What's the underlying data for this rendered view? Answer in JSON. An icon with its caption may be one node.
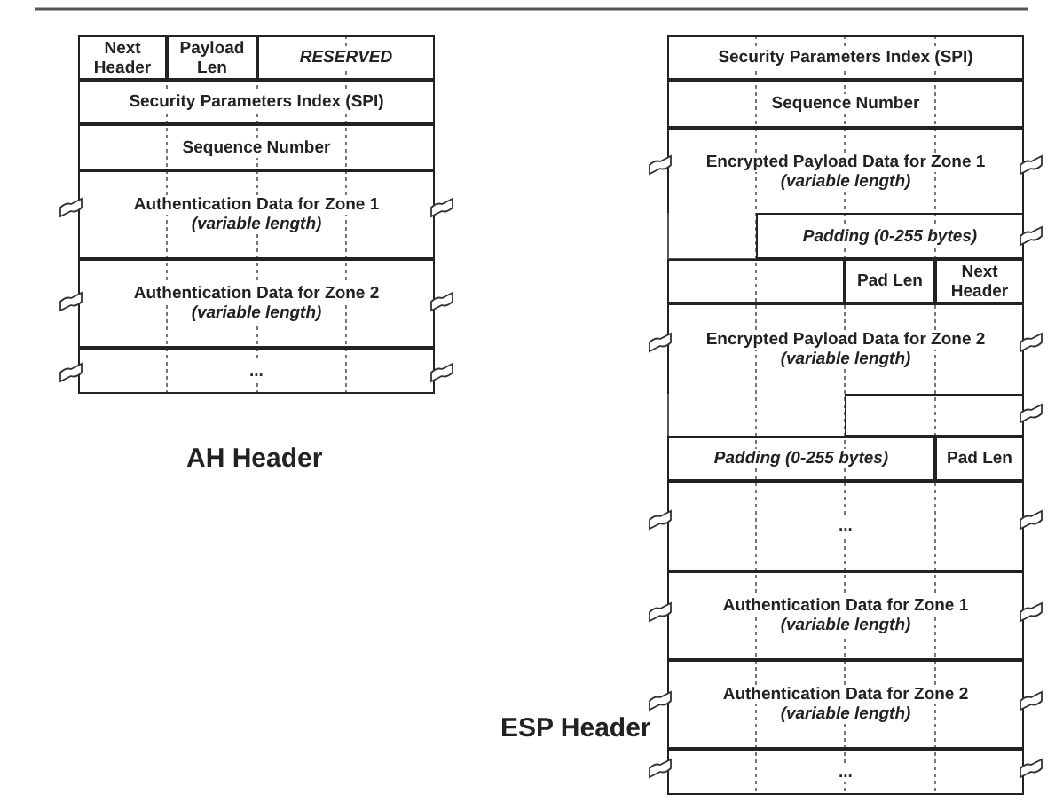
{
  "diagram": {
    "nodes": [
      {
        "text": [
          "Next Header"
        ]
      },
      {
        "text": [
          "Payload Len"
        ]
      },
      {
        "text": [
          "RESERVED"
        ]
      },
      {
        "text": [
          "Security Parameters Index (SPI)"
        ]
      },
      {
        "text": [
          "Sequence Number"
        ]
      },
      {
        "text": [
          "Authentication Data for Zone 1",
          "(variable length)"
        ]
      },
      {
        "text": [
          "Authentication Data for Zone 2",
          "(variable length)"
        ]
      },
      {
        "text": [
          "..."
        ]
      },
      {
        "text": [
          "Security Parameters Index (SPI)"
        ]
      },
      {
        "text": [
          "Sequence Number"
        ]
      },
      {
        "text": [
          "Encrypted Payload Data for Zone 1",
          "(variable length)"
        ]
      },
      {
        "text": [
          "Padding (0-255 bytes)"
        ]
      },
      {
        "text": [],
        "shape": "box"
      },
      {
        "text": [
          "Pad Len"
        ]
      },
      {
        "text": [
          "Next Header"
        ]
      },
      {
        "text": [
          "Encrypted Payload Data for Zone 2",
          "(variable length)"
        ]
      },
      {
        "text": [],
        "shape": "box"
      },
      {
        "text": [
          "Padding (0-255 bytes)"
        ]
      },
      {
        "text": [
          "Pad Len"
        ]
      },
      {
        "text": [
          "..."
        ]
      },
      {
        "text": [
          "Authentication Data for Zone 1",
          "(variable length)"
        ]
      },
      {
        "text": [
          "Authentication Data for Zone 2",
          "(variable length)"
        ]
      },
      {
        "text": [
          "..."
        ]
      }
    ],
    "labels": [
      "AH Header",
      "ESP Header"
    ]
  }
}
